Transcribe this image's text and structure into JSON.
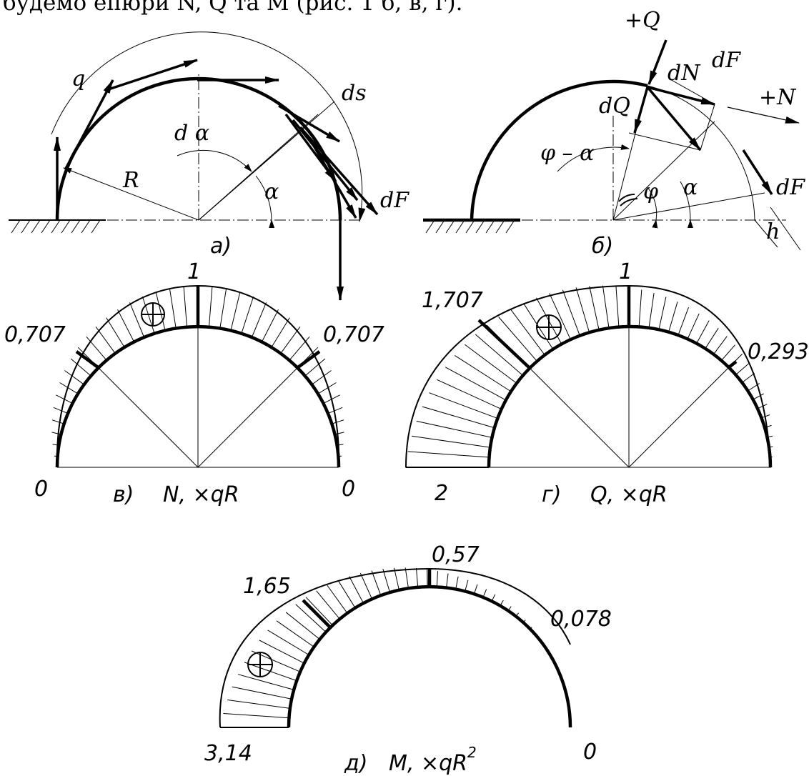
{
  "top_text": "будемо епюри N, Q та M (рис. 1 б, в, г).",
  "panel_a": {
    "caption": "а)",
    "labels": {
      "q": "q",
      "R": "R",
      "d_alpha": "d α",
      "alpha": "α",
      "ds": "ds",
      "dF": "dF"
    }
  },
  "panel_b": {
    "caption": "б)",
    "labels": {
      "plus_Q": "+Q",
      "dN": "dN",
      "dF_top": "dF",
      "dQ": "dQ",
      "plus_N": "+N",
      "phi_minus_alpha": "φ – α",
      "phi": "φ",
      "alpha": "α",
      "dF_right": "dF",
      "h": "h"
    }
  },
  "panel_v": {
    "caption": "в)",
    "unit": "N, ×qR",
    "values": {
      "top": "1",
      "left_mid": "0,707",
      "right_mid": "0,707",
      "left_end": "0",
      "right_end": "0"
    },
    "sign": "⊕"
  },
  "panel_g": {
    "caption": "г)",
    "unit": "Q, ×qR",
    "values": {
      "top": "1",
      "left_mid": "1,707",
      "right_mid": "0,293",
      "left_end": "2"
    },
    "sign": "⊕"
  },
  "panel_d": {
    "caption": "д)",
    "unit": "M, ×qR",
    "unit_power": "2",
    "values": {
      "top": "0,57",
      "left_mid": "1,65",
      "right_mid": "0,078",
      "left_end": "3,14",
      "right_end": "0"
    },
    "sign": "⊕"
  }
}
